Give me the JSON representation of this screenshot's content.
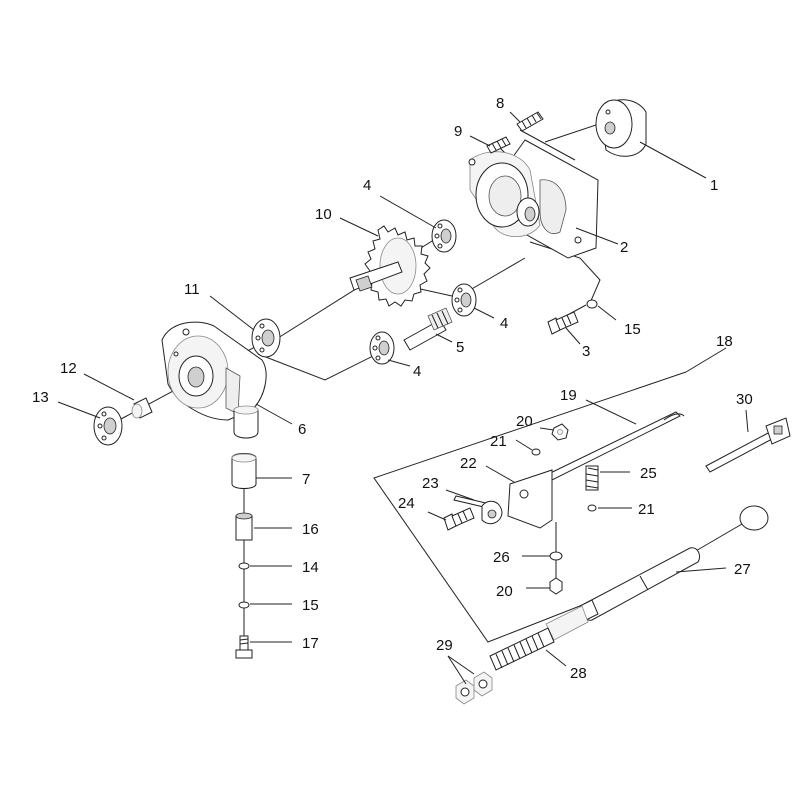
{
  "labels": {
    "p1": "1",
    "p2": "2",
    "p3": "3",
    "p4a": "4",
    "p4b": "4",
    "p4c": "4",
    "p5": "5",
    "p6": "6",
    "p7": "7",
    "p8": "8",
    "p9": "9",
    "p10": "10",
    "p11": "11",
    "p12": "12",
    "p13": "13",
    "p14": "14",
    "p15a": "15",
    "p15b": "15",
    "p16": "16",
    "p17": "17",
    "p18": "18",
    "p19": "19",
    "p20a": "20",
    "p20b": "20",
    "p21a": "21",
    "p21b": "21",
    "p22": "22",
    "p23": "23",
    "p24": "24",
    "p25": "25",
    "p26": "26",
    "p27": "27",
    "p28": "28",
    "p29": "29",
    "p30": "30"
  },
  "colors": {
    "line": "#222222",
    "background": "#ffffff",
    "shade": "#cfcfcf"
  }
}
